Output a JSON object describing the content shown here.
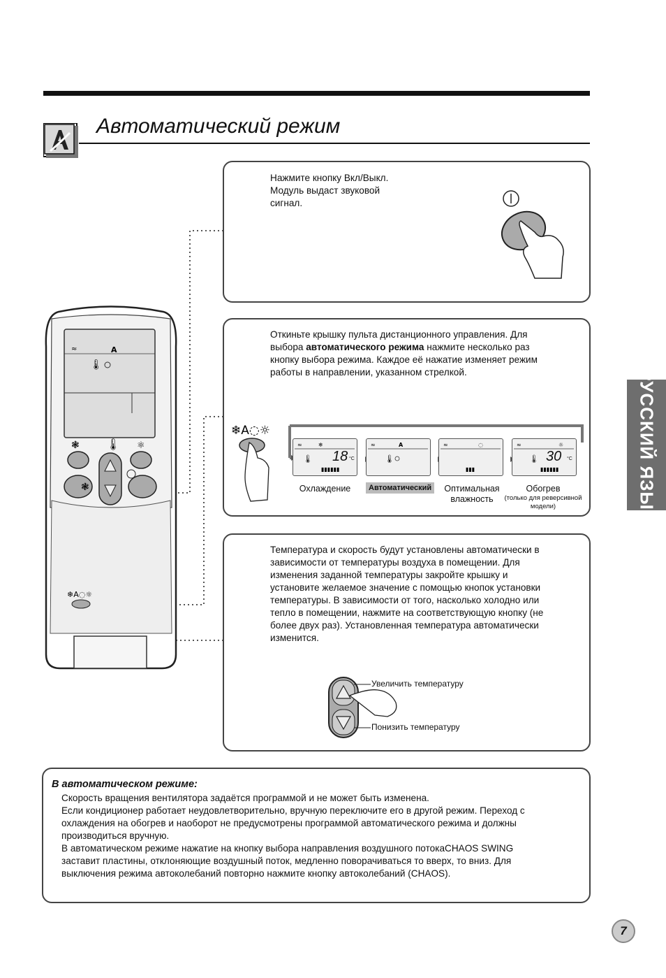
{
  "header": {
    "title": "Автоматический режим"
  },
  "side_tab": {
    "label": "РУССКИЙ ЯЗЫК"
  },
  "step1": {
    "lines": [
      "Нажмите кнопку Вкл/Выкл.",
      "Модуль выдаст звуковой",
      "сигнал."
    ]
  },
  "step2": {
    "lines": [
      "Откиньте крышку пульта дистанционного управления. Для",
      "выбора ",
      "автоматического режима",
      " нажмите несколько раз",
      "кнопку выбора режима. Каждое её нажатие изменяет режим",
      "работы в направлении, указанном стрелкой."
    ],
    "modes": [
      {
        "label": "Охлаждение",
        "temp": "18",
        "unit": "°C"
      },
      {
        "label": "Автоматический"
      },
      {
        "label": "Оптимальная",
        "label2": "влажность"
      },
      {
        "label": "Обогрев",
        "note": "(только для реверсивной",
        "note2": "модели)",
        "temp": "30",
        "unit": "°C"
      }
    ]
  },
  "step3": {
    "lines": [
      "Температура и скорость будут установлены автоматически в",
      "зависимости от температуры воздуха в помещении. Для",
      "изменения заданной температуры закройте крышку и",
      "установите желаемое значение с помощью кнопок установки",
      "температуры. В зависимости от того, насколько холодно или",
      "тепло в помещении, нажмите на соответствующую кнопку (не",
      "более двух раз). Установленная температура автоматически",
      "изменится."
    ],
    "up_label": "Увеличить температуру",
    "down_label": "Понизить температуру"
  },
  "note": {
    "heading": "В автоматическом режиме:",
    "lines": [
      "Скорость вращения вентилятора задаётся программой и не может быть изменена.",
      "Если кондиционер работает неудовлетворительно, вручную переключите его в другой режим. Переход с",
      "охлаждения на обогрев и наоборот не предусмотрены программой автоматического режима и должны",
      "производиться вручную.",
      "В автоматическом режиме нажатие на кнопку выбора направления воздушного потокаCHAOS SWING",
      "заставит пластины,  отклоняющие воздушный поток, медленно поворачиваться  то вверх, то вниз. Для",
      "выключения режима автоколебаний повторно нажмите кнопку автоколебаний (CHAOS)."
    ]
  },
  "page_number": "7",
  "colors": {
    "box_border": "#444444",
    "tab_bg": "#6e6e6e",
    "button_gray": "#aaaaaa"
  }
}
